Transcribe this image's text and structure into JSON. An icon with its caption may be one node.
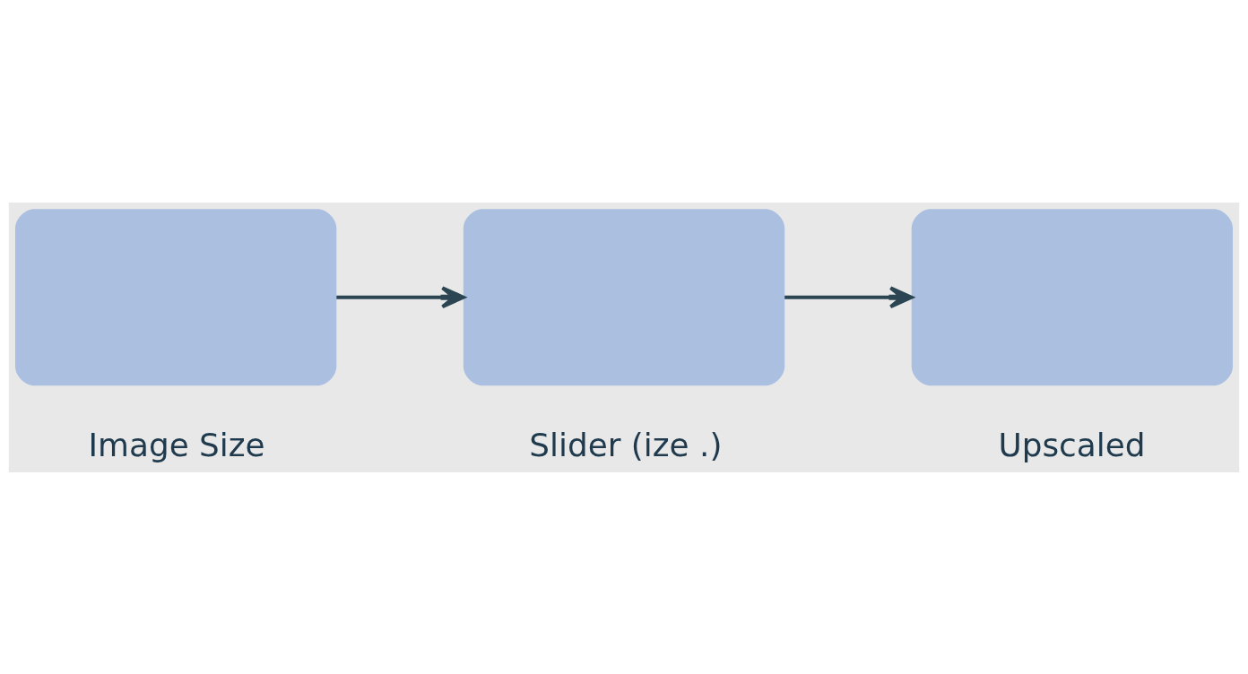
{
  "diagram": {
    "nodes": [
      {
        "text": [
          "Image Size"
        ]
      },
      {
        "text": [
          "Slider (ize .)"
        ]
      },
      {
        "text": [
          "Upscaled"
        ]
      }
    ],
    "edges": [
      {
        "from": 0,
        "to": 1,
        "arrow": "to"
      },
      {
        "from": 1,
        "to": 2,
        "arrow": "to"
      }
    ]
  }
}
